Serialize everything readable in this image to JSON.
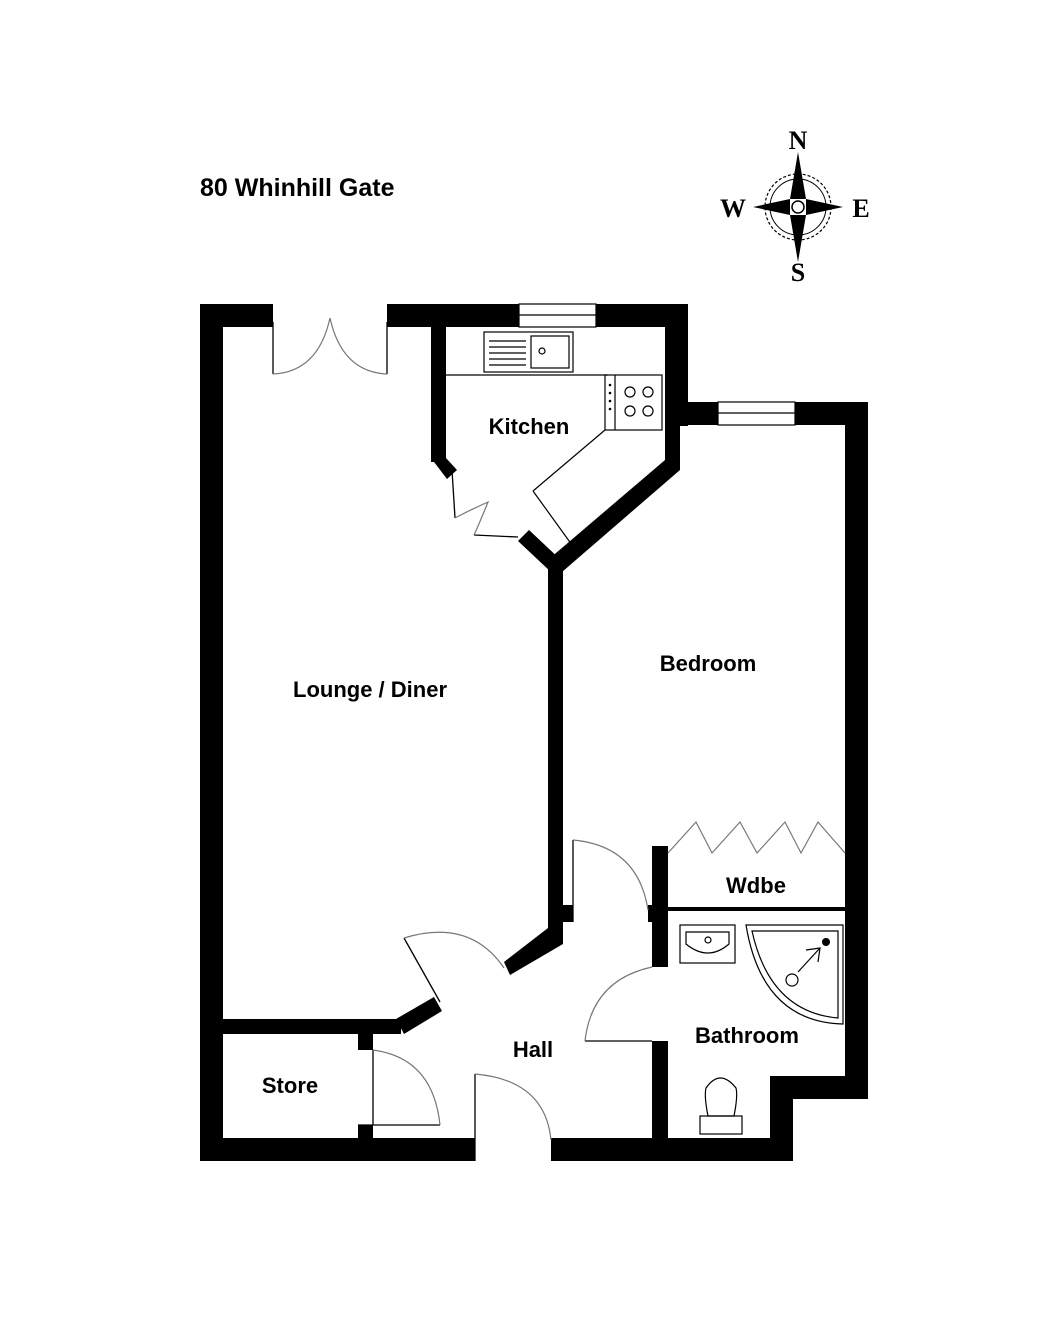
{
  "title": "80 Whinhill Gate",
  "compass": {
    "north": "N",
    "east": "E",
    "south": "S",
    "west": "W",
    "icon": "compass-rose-icon"
  },
  "rooms": {
    "lounge": "Lounge / Diner",
    "kitchen": "Kitchen",
    "bedroom": "Bedroom",
    "wardrobe": "Wdbe",
    "bathroom": "Bathroom",
    "hall": "Hall",
    "store": "Store"
  },
  "fixtures": [
    "sink-icon",
    "hob-icon",
    "basin-icon",
    "shower-tray-icon",
    "toilet-icon"
  ]
}
